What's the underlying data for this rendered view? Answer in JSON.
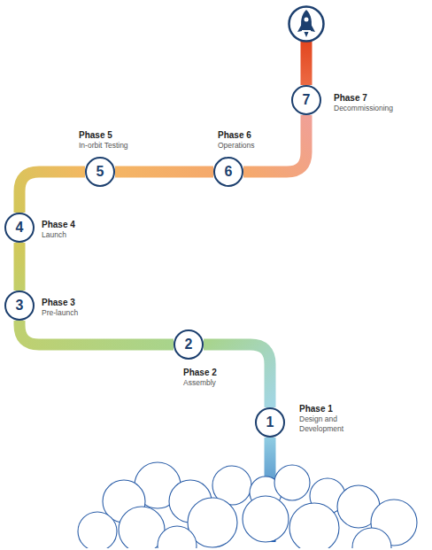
{
  "diagram": {
    "nodes": [
      {
        "text": [
          "1",
          "Phase 1",
          "Design and Development"
        ]
      },
      {
        "text": [
          "2",
          "Phase 2",
          "Assembly"
        ]
      },
      {
        "text": [
          "3",
          "Phase 3",
          "Pre-launch"
        ]
      },
      {
        "text": [
          "4",
          "Phase 4",
          "Launch"
        ]
      },
      {
        "text": [
          "5",
          "Phase 5",
          "In-orbit Testing"
        ]
      },
      {
        "text": [
          "6",
          "Phase 6",
          "Operations"
        ]
      },
      {
        "text": [
          "7",
          "Phase 7",
          "Decommissioning"
        ]
      }
    ],
    "edges": [
      {
        "from": 0,
        "to": 1,
        "arrow": "none"
      },
      {
        "from": 1,
        "to": 2,
        "arrow": "none"
      },
      {
        "from": 2,
        "to": 3,
        "arrow": "none"
      },
      {
        "from": 3,
        "to": 4,
        "arrow": "none"
      },
      {
        "from": 4,
        "to": 5,
        "arrow": "none"
      },
      {
        "from": 5,
        "to": 6,
        "arrow": "none"
      }
    ]
  }
}
